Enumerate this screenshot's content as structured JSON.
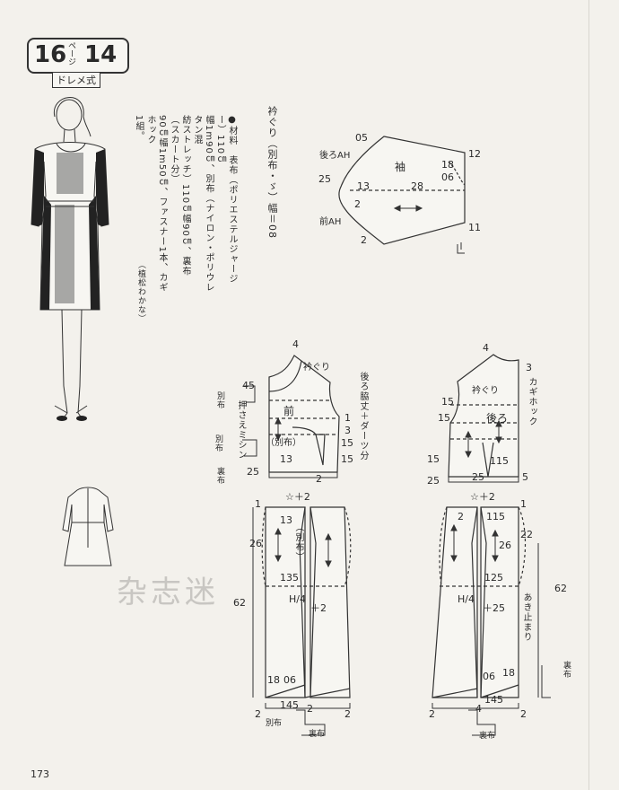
{
  "header": {
    "page_prefix": "16",
    "page_unit": "ページ",
    "pattern_number": "14",
    "size_label": "ドレメ式"
  },
  "materials": [
    "●材料　表布（ポリエステルジャージー）110㎝",
    "幅1m90㎝、別布（ナイロン・ポリウレタン混",
    "紡ストレッチ）110㎝幅90㎝、裏布（スカート分）",
    "90㎝幅1m50㎝、ファスナー1本、カギホック",
    "1組。"
  ],
  "author": "（植松わかな）",
  "sleeve": {
    "binding_note": "衿ぐり（別布・ゞ）幅＝08",
    "labels": {
      "back_ah": "後ろAH",
      "front_ah": "前AH",
      "name": "袖"
    },
    "nums": {
      "n05": "05",
      "n25": "25",
      "n13": "13",
      "n28": "28",
      "n2a": "2",
      "n2b": "2",
      "n12": "12",
      "n18": "18",
      "n06": "06",
      "n11": "11"
    }
  },
  "front_bodice": {
    "labels": {
      "neck": "衿ぐり",
      "name": "前",
      "bessfu": "（別布）",
      "oshi": "押さえミシン",
      "betsu1": "別布",
      "betsu2": "別布",
      "ura": "裏布",
      "side_note": "後ろ脇丈＋ダーツ分"
    },
    "nums": {
      "n4": "4",
      "n45": "45",
      "n1": "1",
      "n3": "3",
      "n15a": "15",
      "n15b": "15",
      "n13": "13",
      "n25": "25",
      "n2": "2"
    }
  },
  "back_bodice": {
    "labels": {
      "neck": "衿ぐり",
      "name": "後ろ",
      "hook": "カギホック"
    },
    "nums": {
      "n4": "4",
      "n3": "3",
      "n15a": "15",
      "n15b": "15",
      "n115": "115",
      "n15c": "15",
      "n25a": "25",
      "n25b": "25",
      "n5": "5"
    }
  },
  "front_skirt": {
    "labels": {
      "bessfu": "（別布）",
      "betsu": "別布",
      "ura": "裏布"
    },
    "nums": {
      "top": "☆＋2",
      "n1": "1",
      "n13": "13",
      "n26": "26",
      "n135": "135",
      "h4": "H/4",
      "p2": "＋2",
      "n62": "62",
      "n18": "18",
      "n06": "06",
      "n145": "145",
      "n2a": "2",
      "n2b": "2",
      "n2c": "2"
    }
  },
  "back_skirt": {
    "labels": {
      "akidomari": "あき止まり",
      "ura1": "裏布",
      "ura2": "裏布"
    },
    "nums": {
      "top": "☆＋2",
      "n1": "1",
      "n2": "2",
      "n115": "115",
      "n22": "22",
      "n26": "26",
      "n125": "125",
      "h4": "H/4",
      "p25": "＋25",
      "n62": "62",
      "n06": "06",
      "n18": "18",
      "n145": "145",
      "n4": "4",
      "n2a": "2",
      "n2b": "2"
    }
  },
  "watermark": "杂志迷",
  "page_number": "173"
}
